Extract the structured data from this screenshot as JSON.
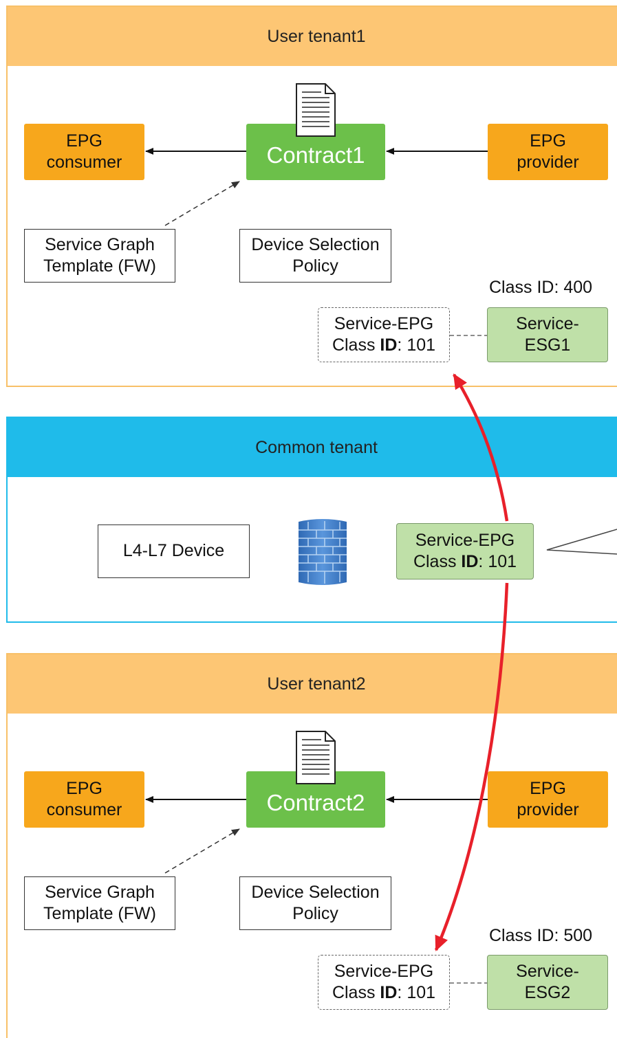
{
  "tenant1": {
    "header": "User tenant1",
    "consumer": [
      "EPG",
      "consumer"
    ],
    "provider": [
      "EPG",
      "provider"
    ],
    "contract": "Contract1",
    "sgt": [
      "Service Graph",
      "Template (FW)"
    ],
    "dsp": [
      "Device Selection",
      "Policy"
    ],
    "class_id_label": "Class ID",
    "class_id_value": ": 400",
    "service_epg": [
      "Service-EPG"
    ],
    "service_epg_class_label": "Class ",
    "service_epg_class_bold": "ID",
    "service_epg_class_value": ": 101",
    "esg": [
      "Service-",
      "ESG1"
    ]
  },
  "common": {
    "header": "Common tenant",
    "device": "L4-L7 Device",
    "service_epg_line1": "Service-EPG",
    "service_epg_class_label": "Class ",
    "service_epg_class_bold": "ID",
    "service_epg_class_value": ": 101"
  },
  "tenant2": {
    "header": "User tenant2",
    "consumer": [
      "EPG",
      "consumer"
    ],
    "provider": [
      "EPG",
      "provider"
    ],
    "contract": "Contract2",
    "sgt": [
      "Service Graph",
      "Template (FW)"
    ],
    "dsp": [
      "Device Selection",
      "Policy"
    ],
    "class_id_label": "Class ID",
    "class_id_value": ": 500",
    "service_epg": [
      "Service-EPG"
    ],
    "service_epg_class_label": "Class ",
    "service_epg_class_bold": "ID",
    "service_epg_class_value": ": 101",
    "esg": [
      "Service-",
      "ESG2"
    ]
  },
  "colors": {
    "user_tenant_header": "#fdc674",
    "user_tenant_border": "#f8c068",
    "common_tenant_header": "#1fbbea",
    "common_tenant_border": "#1fbbea",
    "epg_orange": "#f7a71c",
    "contract_green": "#6cc04a",
    "service_green": "#bfe0a8",
    "red_arrow": "#e8202a"
  },
  "icons": [
    "document-icon",
    "firewall-icon"
  ]
}
